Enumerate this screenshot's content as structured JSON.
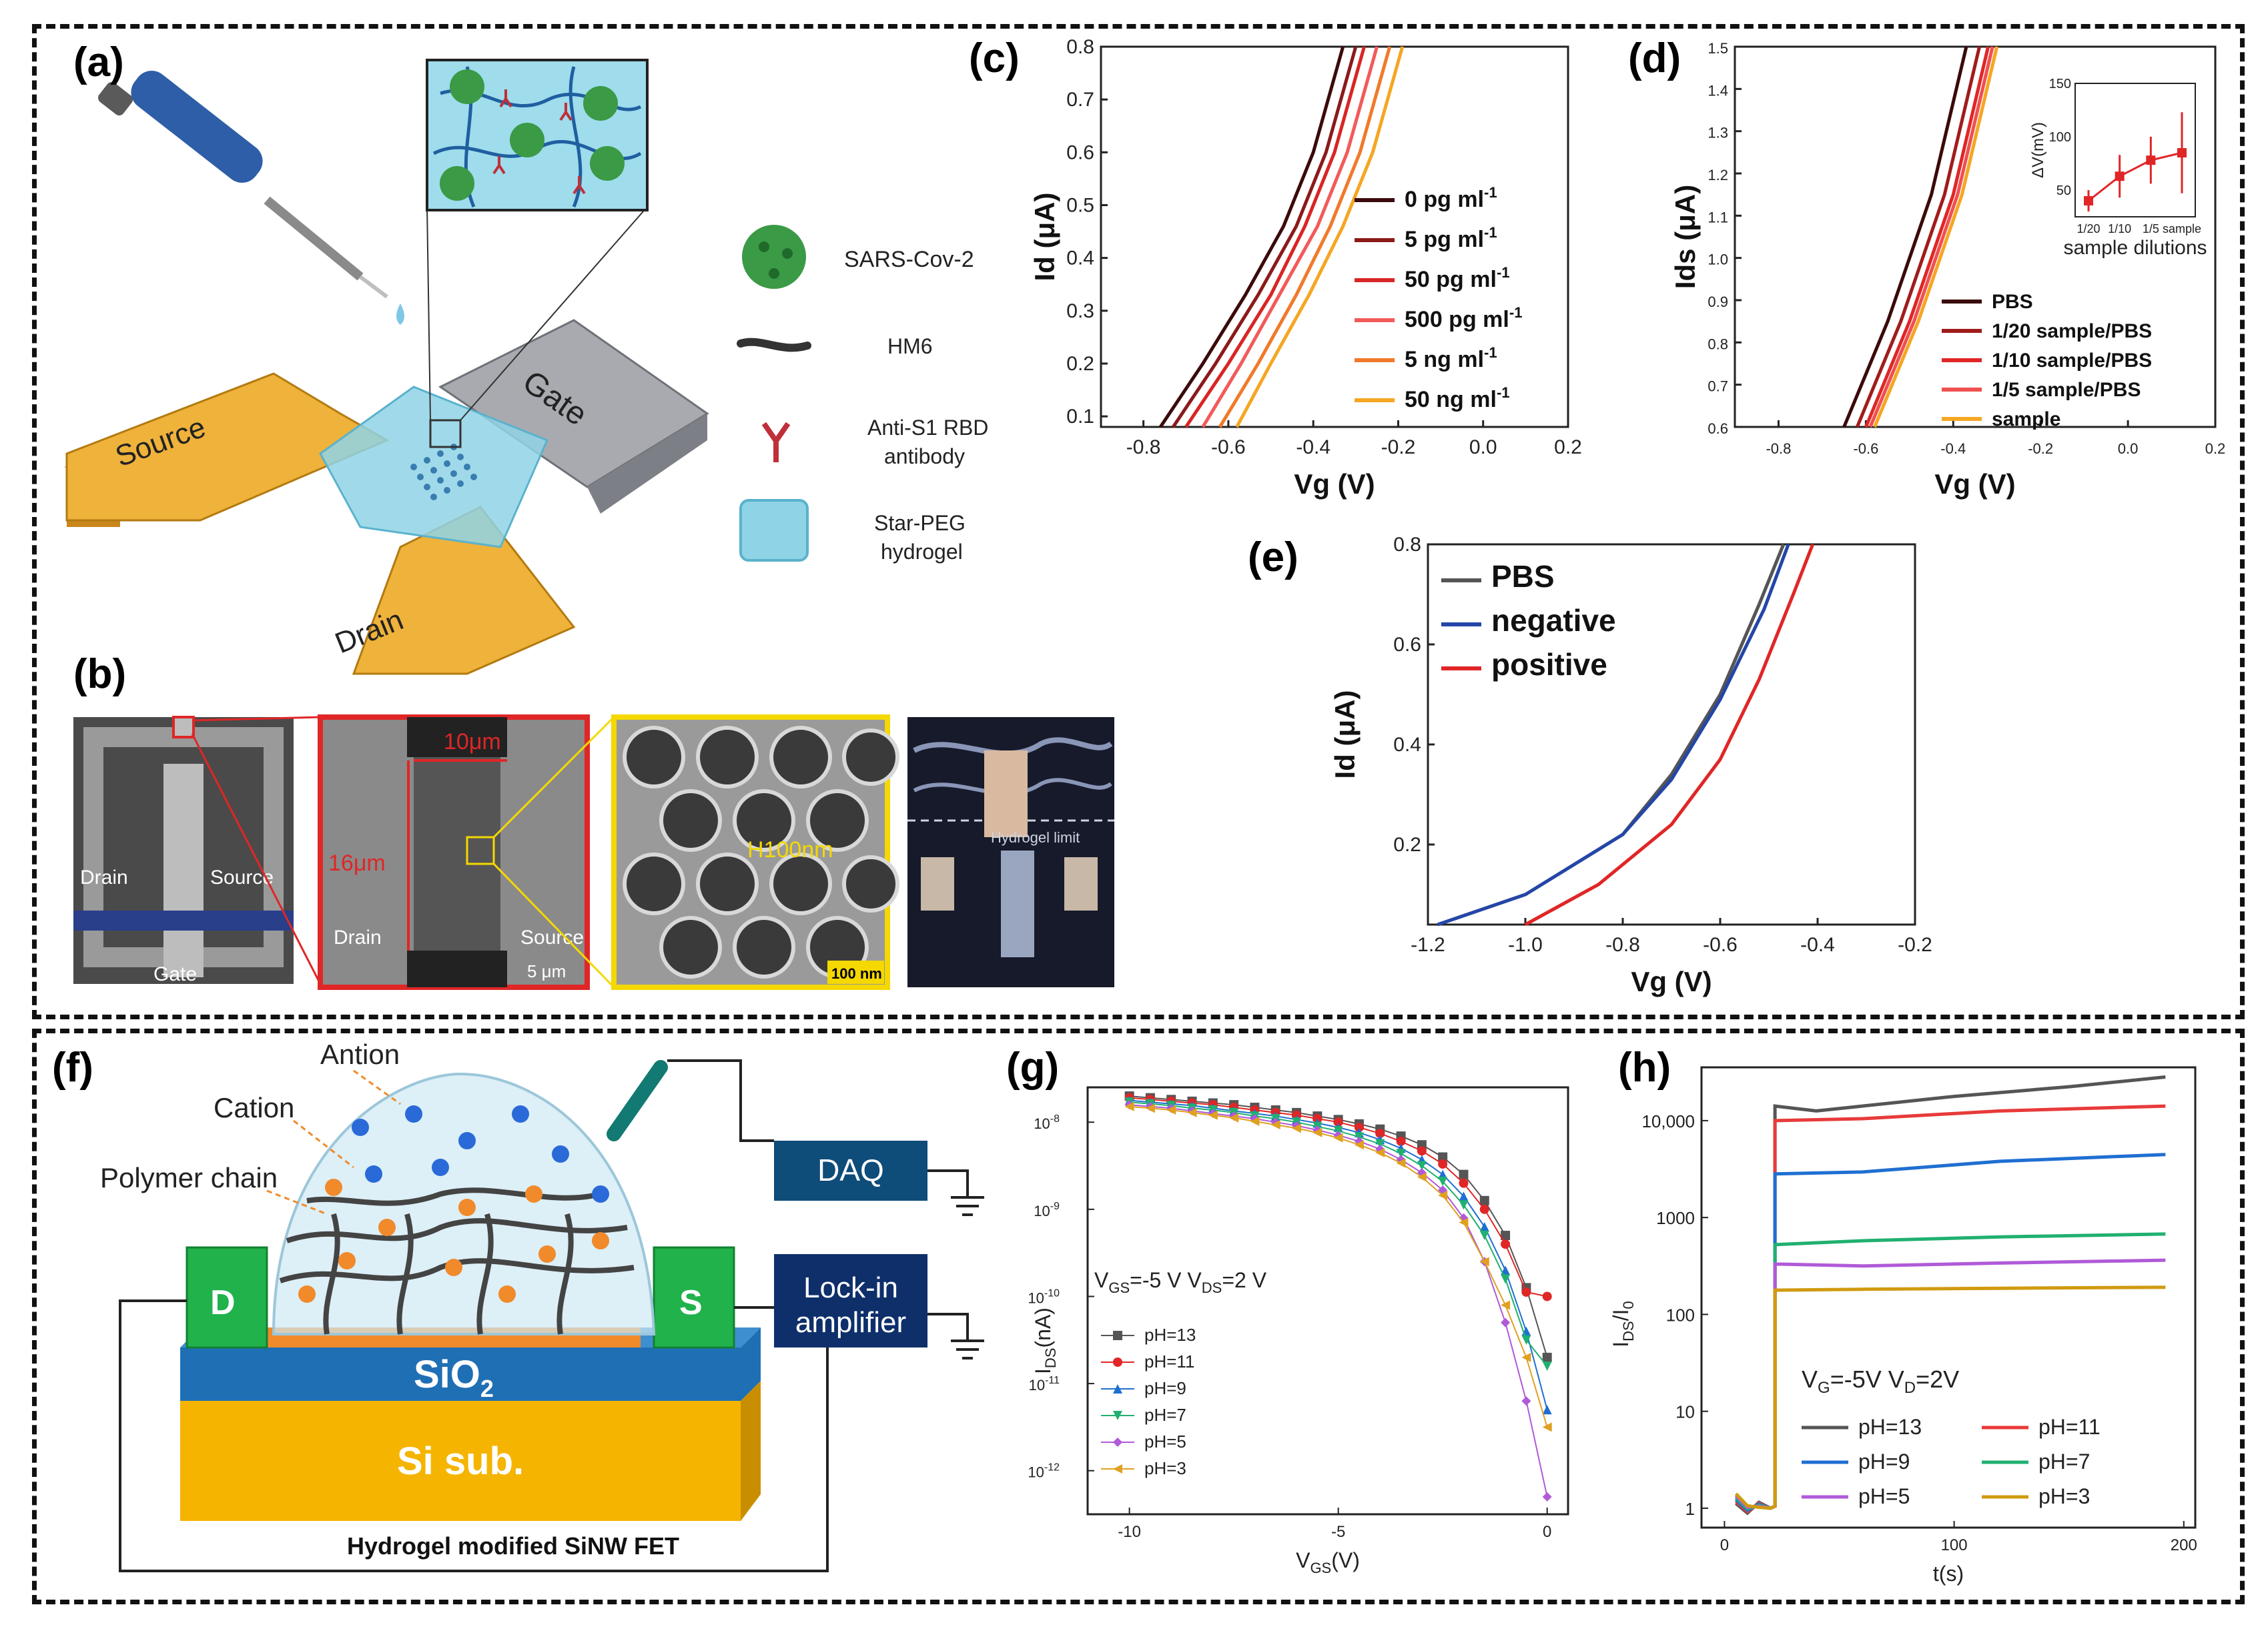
{
  "panel_labels": {
    "a": "(a)",
    "b": "(b)",
    "c": "(c)",
    "d": "(d)",
    "e": "(e)",
    "f": "(f)",
    "g": "(g)",
    "h": "(h)"
  },
  "panel_a": {
    "source": "Source",
    "gate": "Gate",
    "drain": "Drain",
    "legend": {
      "virus": "SARS-Cov-2",
      "hm6": "HM6",
      "antibody_l1": "Anti-S1 RBD",
      "antibody_l2": "antibody",
      "hydrogel_l1": "Star-PEG",
      "hydrogel_l2": "hydrogel"
    },
    "colors": {
      "gold": "#e9a825",
      "gate": "#9a9ca3",
      "hydrogel": "#8fd3e6",
      "virus": "#3a9a45",
      "antibody": "#c0303a",
      "pipette": "#2f5ea8"
    }
  },
  "panel_b": {
    "img1": {
      "drain": "Drain",
      "source": "Source",
      "gate": "Gate"
    },
    "img2": {
      "width": "10μm",
      "length": "16μm",
      "drain": "Drain",
      "source": "Source",
      "scale": "5 μm"
    },
    "img3": {
      "hole": "H100nm",
      "scale": "100 nm"
    },
    "img4": {
      "label": "Hydrogel limit"
    }
  },
  "panel_f": {
    "antion": "Antion",
    "cation": "Cation",
    "polymer": "Polymer chain",
    "d": "D",
    "s": "S",
    "sio2": "SiO",
    "sio2_sub": "2",
    "si": "Si sub.",
    "daq": "DAQ",
    "lockin_l1": "Lock-in",
    "lockin_l2": "amplifier",
    "caption": "Hydrogel modified SiNW FET",
    "colors": {
      "sub": "#f5b400",
      "sio2": "#1f6fb5",
      "contact": "#21b24b",
      "box": "#0e4c7a"
    }
  },
  "chart_data": [
    {
      "id": "c",
      "type": "line",
      "xlabel": "Vg (V)",
      "ylabel": "Id (μA)",
      "xlim": [
        -0.9,
        0.2
      ],
      "ylim": [
        0.08,
        0.8
      ],
      "xticks": [
        -0.8,
        -0.6,
        -0.4,
        -0.2,
        0.0,
        0.2
      ],
      "yticks": [
        0.1,
        0.2,
        0.3,
        0.4,
        0.5,
        0.6,
        0.7,
        0.8
      ],
      "legend_position": "right",
      "series": [
        {
          "name": "0 pg ml",
          "sup": "-1",
          "color": "#3b0a0a",
          "points": [
            [
              -0.76,
              0.08
            ],
            [
              -0.66,
              0.2
            ],
            [
              -0.56,
              0.33
            ],
            [
              -0.47,
              0.46
            ],
            [
              -0.4,
              0.6
            ],
            [
              -0.33,
              0.8
            ]
          ]
        },
        {
          "name": "5 pg ml",
          "sup": "-1",
          "color": "#8b1a1a",
          "points": [
            [
              -0.73,
              0.08
            ],
            [
              -0.63,
              0.2
            ],
            [
              -0.53,
              0.33
            ],
            [
              -0.44,
              0.46
            ],
            [
              -0.37,
              0.6
            ],
            [
              -0.3,
              0.8
            ]
          ]
        },
        {
          "name": "50 pg ml",
          "sup": "-1",
          "color": "#d92525",
          "points": [
            [
              -0.7,
              0.08
            ],
            [
              -0.6,
              0.2
            ],
            [
              -0.5,
              0.33
            ],
            [
              -0.42,
              0.46
            ],
            [
              -0.35,
              0.6
            ],
            [
              -0.28,
              0.8
            ]
          ]
        },
        {
          "name": "500 pg ml",
          "sup": "-1",
          "color": "#f25a5a",
          "points": [
            [
              -0.66,
              0.08
            ],
            [
              -0.57,
              0.2
            ],
            [
              -0.48,
              0.33
            ],
            [
              -0.39,
              0.46
            ],
            [
              -0.32,
              0.6
            ],
            [
              -0.25,
              0.8
            ]
          ]
        },
        {
          "name": "5 ng ml",
          "sup": "-1",
          "color": "#f07a2a",
          "points": [
            [
              -0.62,
              0.08
            ],
            [
              -0.53,
              0.2
            ],
            [
              -0.44,
              0.33
            ],
            [
              -0.36,
              0.46
            ],
            [
              -0.29,
              0.6
            ],
            [
              -0.22,
              0.8
            ]
          ]
        },
        {
          "name": "50 ng ml",
          "sup": "-1",
          "color": "#f5a623",
          "points": [
            [
              -0.58,
              0.08
            ],
            [
              -0.5,
              0.2
            ],
            [
              -0.41,
              0.33
            ],
            [
              -0.33,
              0.46
            ],
            [
              -0.26,
              0.6
            ],
            [
              -0.19,
              0.8
            ]
          ]
        }
      ]
    },
    {
      "id": "d",
      "type": "line",
      "xlabel": "Vg (V)",
      "ylabel": "Ids (μA)",
      "xlim": [
        -0.9,
        0.2
      ],
      "ylim": [
        0.6,
        1.5
      ],
      "xticks": [
        -0.8,
        -0.6,
        -0.4,
        -0.2,
        0.0,
        0.2
      ],
      "yticks": [
        0.6,
        0.7,
        0.8,
        0.9,
        1.0,
        1.1,
        1.2,
        1.3,
        1.4,
        1.5
      ],
      "legend_position": "bottom-right",
      "series": [
        {
          "name": "PBS",
          "color": "#3b0a0a",
          "points": [
            [
              -0.65,
              0.6
            ],
            [
              -0.55,
              0.85
            ],
            [
              -0.45,
              1.15
            ],
            [
              -0.37,
              1.5
            ]
          ]
        },
        {
          "name": "1/20 sample/PBS",
          "color": "#a01c1c",
          "points": [
            [
              -0.62,
              0.6
            ],
            [
              -0.52,
              0.85
            ],
            [
              -0.42,
              1.15
            ],
            [
              -0.34,
              1.5
            ]
          ]
        },
        {
          "name": "1/10 sample/PBS",
          "color": "#e02626",
          "points": [
            [
              -0.6,
              0.6
            ],
            [
              -0.5,
              0.85
            ],
            [
              -0.4,
              1.15
            ],
            [
              -0.32,
              1.5
            ]
          ]
        },
        {
          "name": "1/5 sample/PBS",
          "color": "#f05050",
          "points": [
            [
              -0.59,
              0.6
            ],
            [
              -0.49,
              0.85
            ],
            [
              -0.39,
              1.15
            ],
            [
              -0.31,
              1.5
            ]
          ]
        },
        {
          "name": "sample",
          "color": "#f5a623",
          "points": [
            [
              -0.58,
              0.6
            ],
            [
              -0.48,
              0.85
            ],
            [
              -0.38,
              1.15
            ],
            [
              -0.3,
              1.5
            ]
          ]
        }
      ],
      "inset": {
        "type": "line",
        "xlabel": "sample dilutions",
        "ylabel": "ΔV(mV)",
        "categories": [
          "1/20",
          "1/10",
          "1/5",
          "sample"
        ],
        "values": [
          40,
          63,
          78,
          85
        ],
        "errors": [
          10,
          20,
          22,
          38
        ],
        "ylim": [
          25,
          150
        ],
        "yticks": [
          50,
          100,
          150
        ],
        "color": "#e02626"
      }
    },
    {
      "id": "e",
      "type": "line",
      "xlabel": "Vg (V)",
      "ylabel": "Id (μA)",
      "xlim": [
        -1.2,
        -0.2
      ],
      "ylim": [
        0.04,
        0.8
      ],
      "xticks": [
        -1.2,
        -1.0,
        -0.8,
        -0.6,
        -0.4,
        -0.2
      ],
      "yticks": [
        0.2,
        0.4,
        0.6,
        0.8
      ],
      "legend_position": "top-left",
      "series": [
        {
          "name": "PBS",
          "color": "#555555",
          "points": [
            [
              -1.18,
              0.04
            ],
            [
              -1.0,
              0.1
            ],
            [
              -0.8,
              0.22
            ],
            [
              -0.7,
              0.34
            ],
            [
              -0.6,
              0.5
            ],
            [
              -0.52,
              0.68
            ],
            [
              -0.47,
              0.8
            ]
          ]
        },
        {
          "name": "negative",
          "color": "#2446a8",
          "points": [
            [
              -1.18,
              0.04
            ],
            [
              -1.0,
              0.1
            ],
            [
              -0.8,
              0.22
            ],
            [
              -0.7,
              0.33
            ],
            [
              -0.6,
              0.49
            ],
            [
              -0.51,
              0.67
            ],
            [
              -0.46,
              0.8
            ]
          ]
        },
        {
          "name": "positive",
          "color": "#e02626",
          "points": [
            [
              -1.0,
              0.04
            ],
            [
              -0.85,
              0.12
            ],
            [
              -0.7,
              0.24
            ],
            [
              -0.6,
              0.37
            ],
            [
              -0.52,
              0.53
            ],
            [
              -0.45,
              0.7
            ],
            [
              -0.41,
              0.8
            ]
          ]
        }
      ]
    },
    {
      "id": "g",
      "type": "line",
      "log_y": true,
      "xlabel": "V",
      "xlabel_sub": "GS",
      "xlabel_tail": "(V)",
      "ylabel": "I",
      "ylabel_sub": "DS",
      "ylabel_tail": "(nA)",
      "xlim": [
        -11,
        0.5
      ],
      "ylim_exp": [
        -12.5,
        -7.6
      ],
      "xticks": [
        -10,
        -5,
        0
      ],
      "yticks": [
        {
          "base": "10",
          "exp": "-8",
          "v": -8
        },
        {
          "base": "10",
          "exp": "-9",
          "v": -9
        },
        {
          "base": "10",
          "exp": "-10",
          "v": -10
        },
        {
          "base": "10",
          "exp": "-11",
          "v": -11
        },
        {
          "base": "10",
          "exp": "-12",
          "v": -12
        }
      ],
      "annotation": {
        "p1": "V",
        "p1_sub": "GS",
        "p2": "=-5 V  V",
        "p2_sub": "DS",
        "p3": "=2 V"
      },
      "legend_position": "left",
      "x": [
        -10,
        -9.5,
        -9,
        -8.5,
        -8,
        -7.5,
        -7,
        -6.5,
        -6,
        -5.5,
        -5,
        -4.5,
        -4,
        -3.5,
        -3,
        -2.5,
        -2,
        -1.5,
        -1,
        -0.5,
        0
      ],
      "series": [
        {
          "name": "pH=13",
          "color": "#555555",
          "marker": "square",
          "values": [
            -7.7,
            -7.72,
            -7.74,
            -7.76,
            -7.78,
            -7.8,
            -7.83,
            -7.86,
            -7.89,
            -7.93,
            -7.97,
            -8.02,
            -8.08,
            -8.16,
            -8.26,
            -8.4,
            -8.6,
            -8.9,
            -9.3,
            -9.9,
            -10.7
          ]
        },
        {
          "name": "pH=11",
          "color": "#e02626",
          "marker": "circle",
          "values": [
            -7.72,
            -7.74,
            -7.76,
            -7.78,
            -7.8,
            -7.83,
            -7.86,
            -7.89,
            -7.92,
            -7.96,
            -8.0,
            -8.06,
            -8.13,
            -8.22,
            -8.33,
            -8.48,
            -8.7,
            -9.0,
            -9.4,
            -9.95,
            -10.0
          ]
        },
        {
          "name": "pH=9",
          "color": "#1f6fd1",
          "marker": "triangle-up",
          "values": [
            -7.75,
            -7.77,
            -7.79,
            -7.81,
            -7.84,
            -7.87,
            -7.9,
            -7.93,
            -7.97,
            -8.01,
            -8.06,
            -8.12,
            -8.2,
            -8.3,
            -8.43,
            -8.6,
            -8.85,
            -9.2,
            -9.7,
            -10.4,
            -11.3
          ]
        },
        {
          "name": "pH=7",
          "color": "#20b070",
          "marker": "triangle-down",
          "values": [
            -7.77,
            -7.79,
            -7.81,
            -7.84,
            -7.86,
            -7.89,
            -7.93,
            -7.96,
            -8.0,
            -8.05,
            -8.1,
            -8.17,
            -8.25,
            -8.36,
            -8.5,
            -8.68,
            -8.95,
            -9.3,
            -9.8,
            -10.5,
            -10.8
          ]
        },
        {
          "name": "pH=5",
          "color": "#b05ad8",
          "marker": "diamond",
          "values": [
            -7.8,
            -7.82,
            -7.84,
            -7.87,
            -7.9,
            -7.93,
            -7.96,
            -8.0,
            -8.04,
            -8.09,
            -8.15,
            -8.22,
            -8.31,
            -8.43,
            -8.58,
            -8.78,
            -9.1,
            -9.6,
            -10.3,
            -11.2,
            -12.3
          ]
        },
        {
          "name": "pH=3",
          "color": "#e0a020",
          "marker": "triangle-left",
          "values": [
            -7.82,
            -7.84,
            -7.86,
            -7.89,
            -7.92,
            -7.95,
            -7.99,
            -8.03,
            -8.07,
            -8.12,
            -8.18,
            -8.26,
            -8.35,
            -8.47,
            -8.63,
            -8.84,
            -9.15,
            -9.6,
            -10.1,
            -10.7,
            -11.5
          ]
        }
      ]
    },
    {
      "id": "h",
      "type": "line",
      "log_y": true,
      "xlabel": "t(s)",
      "ylabel": "I",
      "ylabel_sub": "DS",
      "ylabel_mid": "/I",
      "ylabel_sub2": "0",
      "xlim": [
        -10,
        205
      ],
      "ylim_log": [
        -0.2,
        4.55
      ],
      "xticks": [
        0,
        100,
        200
      ],
      "yticks": [
        {
          "label": "10,000",
          "v": 4
        },
        {
          "label": "1000",
          "v": 3
        },
        {
          "label": "100",
          "v": 2
        },
        {
          "label": "10",
          "v": 1
        },
        {
          "label": "1",
          "v": 0
        }
      ],
      "annotation": {
        "p1": "V",
        "p1_sub": "G",
        "p2": "=-5V V",
        "p2_sub": "D",
        "p3": "=2V"
      },
      "legend_position": "bottom-center",
      "series": [
        {
          "name": "pH=13",
          "color": "#555555",
          "step_t": 22,
          "plateau": [
            [
              22,
              4.15
            ],
            [
              40,
              4.1
            ],
            [
              60,
              4.15
            ],
            [
              100,
              4.25
            ],
            [
              150,
              4.35
            ],
            [
              192,
              4.45
            ]
          ]
        },
        {
          "name": "pH=11",
          "color": "#e83a3a",
          "step_t": 22,
          "plateau": [
            [
              22,
              4.0
            ],
            [
              60,
              4.02
            ],
            [
              120,
              4.1
            ],
            [
              192,
              4.15
            ]
          ]
        },
        {
          "name": "pH=9",
          "color": "#1f6fd1",
          "step_t": 22,
          "plateau": [
            [
              22,
              3.45
            ],
            [
              60,
              3.47
            ],
            [
              120,
              3.58
            ],
            [
              192,
              3.65
            ]
          ]
        },
        {
          "name": "pH=7",
          "color": "#20b070",
          "step_t": 22,
          "plateau": [
            [
              22,
              2.72
            ],
            [
              60,
              2.76
            ],
            [
              120,
              2.8
            ],
            [
              192,
              2.83
            ]
          ]
        },
        {
          "name": "pH=5",
          "color": "#b05ad8",
          "step_t": 22,
          "plateau": [
            [
              22,
              2.52
            ],
            [
              60,
              2.5
            ],
            [
              120,
              2.53
            ],
            [
              192,
              2.56
            ]
          ]
        },
        {
          "name": "pH=3",
          "color": "#d09a10",
          "step_t": 22,
          "plateau": [
            [
              22,
              2.25
            ],
            [
              60,
              2.26
            ],
            [
              120,
              2.27
            ],
            [
              192,
              2.28
            ]
          ]
        }
      ]
    }
  ]
}
